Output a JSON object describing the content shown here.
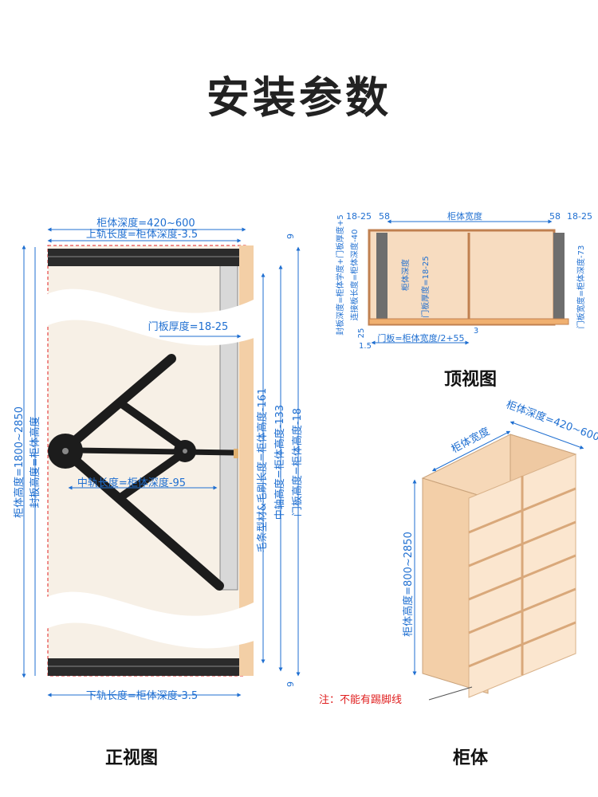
{
  "title": "安装参数",
  "front": {
    "caption": "正视图",
    "cabinet_depth": "柜体深度=420~600",
    "top_rail": "上轨长度=柜体深度-3.5",
    "gap_top": "9",
    "gap_bottom": "9",
    "door_thickness": "门板厚度=18-25",
    "mid_rail": "中轨长度=柜体深度-95",
    "bottom_rail": "下轨长度=柜体深度-3.5",
    "cabinet_height": "柜体高度=1800~2850",
    "seal_height": "封板高度=柜体高度",
    "brush_length": "毛条型材&毛刷长度=柜体高度-161",
    "axis_height": "中轴高度=柜体高度-133",
    "door_height": "门板高度=柜体高度-18"
  },
  "top": {
    "caption": "顶视图",
    "left_18": "18-25",
    "left_58": "58",
    "width_label": "柜体宽度",
    "right_58": "58",
    "right_18": "18-25",
    "seal_depth": "封板深度=柜体学度+门板厚度+5",
    "connector_len": "连接板长度=柜体深度-40",
    "inner_depth": "柜体深度",
    "door_thick": "门板厚度=18-25",
    "right_depth": "门板宽度=柜体深度-73",
    "dim_25": "25",
    "dim_15": "1.5",
    "door_width": "门板=柜体宽度/2+55",
    "dim_3": "3"
  },
  "cabinet": {
    "caption": "柜体",
    "depth": "柜体深度=420~600",
    "width": "柜体宽度",
    "height": "柜体高度=800~2850",
    "note": "注：不能有踢脚线"
  },
  "colors": {
    "dimension": "#1f6fd1",
    "note": "#e02020",
    "wood": "#f0c9a3",
    "wood_dark": "#d9a87a",
    "rail": "#333333"
  }
}
